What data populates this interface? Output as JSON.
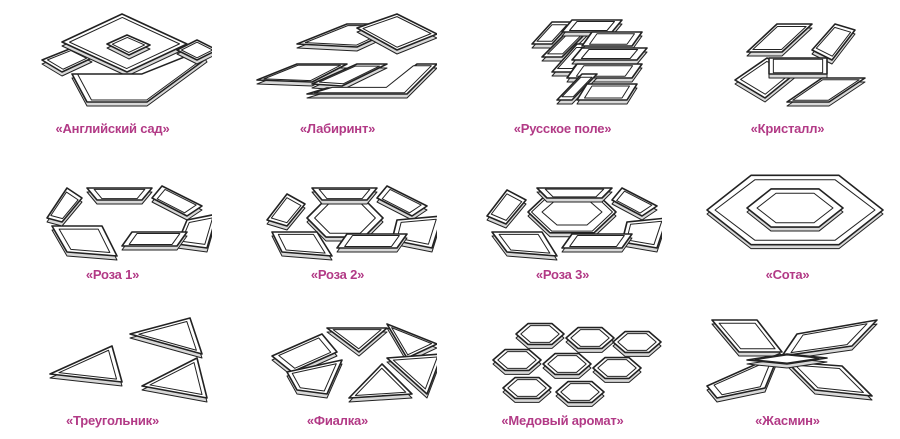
{
  "accent_color": "#b23a86",
  "items": [
    {
      "caption": "«Английский сад»",
      "icon": "english-garden-icon"
    },
    {
      "caption": "«Лабиринт»",
      "icon": "labyrinth-icon"
    },
    {
      "caption": "«Русское поле»",
      "icon": "russian-field-icon"
    },
    {
      "caption": "«Кристалл»",
      "icon": "crystal-icon"
    },
    {
      "caption": "«Роза 1»",
      "icon": "rose-1-icon"
    },
    {
      "caption": "«Роза 2»",
      "icon": "rose-2-icon"
    },
    {
      "caption": "«Роза 3»",
      "icon": "rose-3-icon"
    },
    {
      "caption": "«Сота»",
      "icon": "honeycomb-icon"
    },
    {
      "caption": "«Треугольник»",
      "icon": "triangle-icon"
    },
    {
      "caption": "«Фиалка»",
      "icon": "violet-icon"
    },
    {
      "caption": "«Медовый аромат»",
      "icon": "honey-aroma-icon"
    },
    {
      "caption": "«Жасмин»",
      "icon": "jasmine-icon"
    }
  ]
}
